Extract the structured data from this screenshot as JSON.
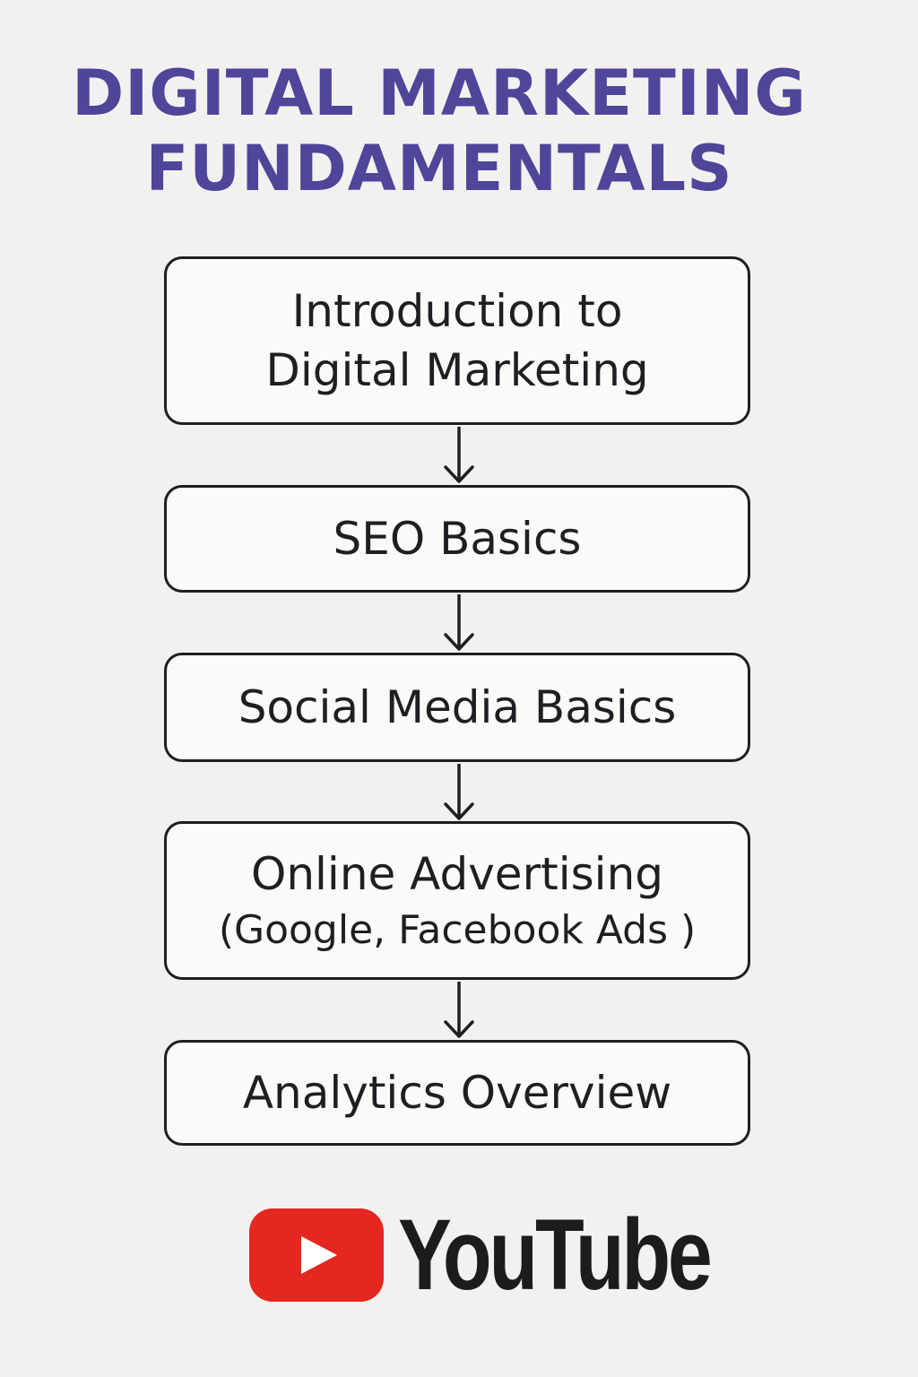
{
  "title": {
    "line1": "DIGITAL MARKETING",
    "line2": "FUNDAMENTALS",
    "color": "#4f4599"
  },
  "steps": [
    {
      "lines": [
        "Introduction to",
        "Digital Marketing"
      ]
    },
    {
      "lines": [
        "SEO Basics"
      ]
    },
    {
      "lines": [
        "Social Media Basics"
      ]
    },
    {
      "lines": [
        "Online Advertising",
        "(Google, Facebook Ads )"
      ]
    },
    {
      "lines": [
        "Analytics Overview"
      ]
    }
  ],
  "logo": {
    "icon": "youtube-play-icon",
    "wordmark": "YouTube",
    "brand_color": "#e52721"
  }
}
